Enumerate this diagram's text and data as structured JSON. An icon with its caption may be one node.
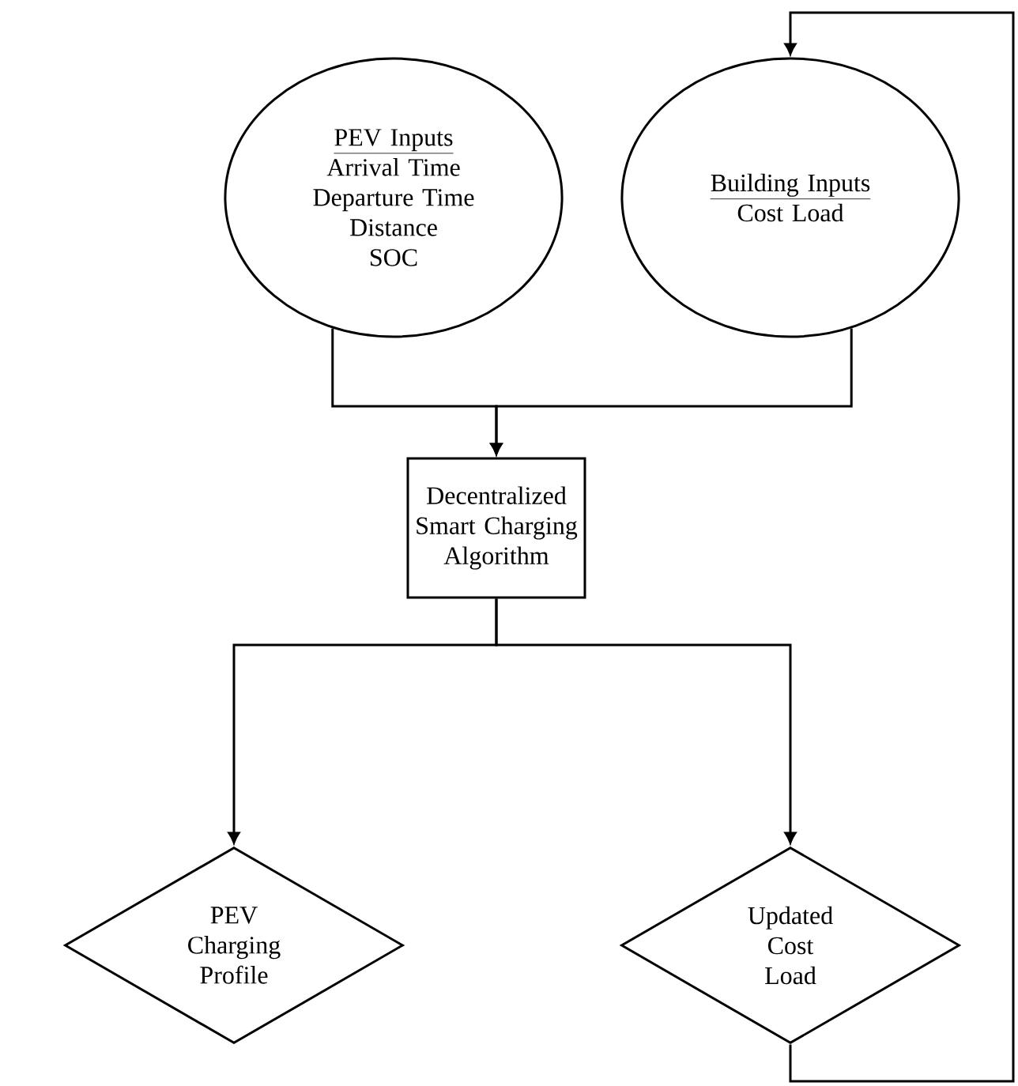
{
  "diagram": {
    "nodes": [
      {
        "text": [
          "PEV Inputs",
          "Arrival Time",
          "Departure Time",
          "Distance",
          "SOC"
        ]
      },
      {
        "text": [
          "Building Inputs",
          "Cost Load"
        ]
      },
      {
        "text": [
          "Decentralized Smart Charging Algorithm"
        ]
      },
      {
        "text": [
          "PEV Charging Profile"
        ]
      },
      {
        "text": [
          "Updated Cost Load"
        ]
      }
    ],
    "edges": [
      {
        "from": 0,
        "to": 2,
        "arrow": "to"
      },
      {
        "from": 1,
        "to": 2,
        "arrow": "to"
      },
      {
        "from": 2,
        "to": 3,
        "arrow": "to"
      },
      {
        "from": 2,
        "to": 4,
        "arrow": "to"
      },
      {
        "from": 4,
        "to": 1,
        "arrow": "to"
      }
    ]
  }
}
